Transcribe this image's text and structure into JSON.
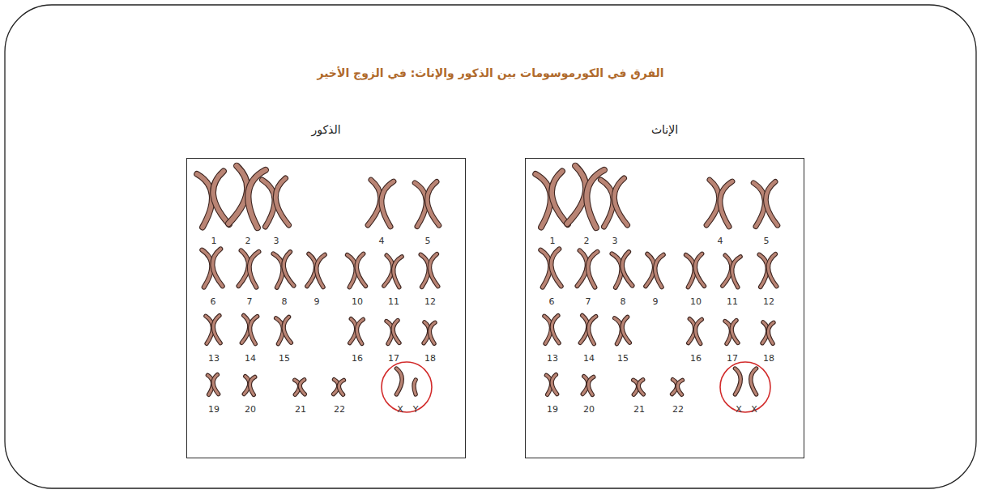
{
  "diagram": {
    "title": "الفرق في الكورموسومات بين الذكور والإناث: في الزوج الأخير",
    "nodes": [
      {
        "text": [
          "الإناث",
          "1",
          "2",
          "3",
          "4",
          "5",
          "6",
          "7",
          "8",
          "9",
          "10",
          "11",
          "12",
          "13",
          "14",
          "15",
          "16",
          "17",
          "18",
          "19",
          "20",
          "21",
          "22",
          "X",
          "X"
        ]
      },
      {
        "text": [
          "الذكور",
          "1",
          "2",
          "3",
          "4",
          "5",
          "6",
          "7",
          "8",
          "9",
          "10",
          "11",
          "12",
          "13",
          "14",
          "15",
          "16",
          "17",
          "18",
          "19",
          "20",
          "21",
          "22",
          "X",
          "Y"
        ]
      }
    ]
  }
}
